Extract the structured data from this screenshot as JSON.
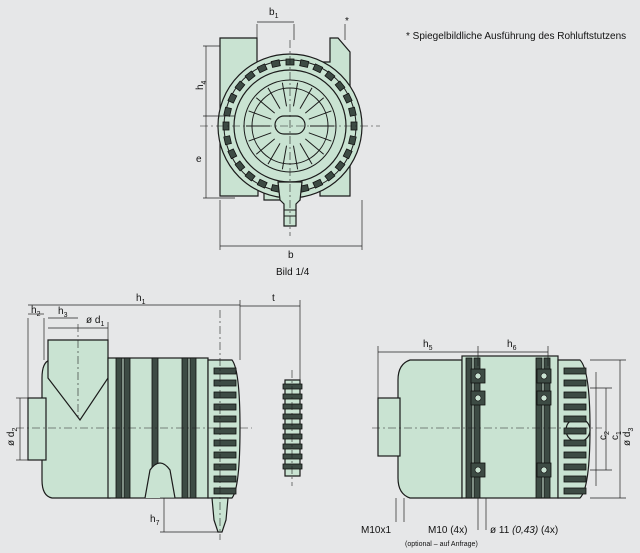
{
  "note": "* Spiegelbildliche Ausführung des Rohluftstutzens",
  "figure_caption": "Bild 1/4",
  "top_view": {
    "b1": "b",
    "b1_sub": "1",
    "star": "*",
    "h4": "h",
    "h4_sub": "4",
    "e": "e",
    "b": "b"
  },
  "side_view": {
    "h2": "h",
    "h2_sub": "2",
    "h3": "h",
    "h3_sub": "3",
    "d1": "ø d",
    "d1_sub": "1",
    "h1": "h",
    "h1_sub": "1",
    "t": "t",
    "d2": "ø d",
    "d2_sub": "2",
    "h7": "h",
    "h7_sub": "7"
  },
  "right_view": {
    "h5": "h",
    "h5_sub": "5",
    "h6": "h",
    "h6_sub": "6",
    "c2": "c",
    "c2_sub": "2",
    "c1": "c",
    "c1_sub": "1",
    "d3": "ø d",
    "d3_sub": "3",
    "m10x1": "M10x1",
    "m10": "M10 (4x)",
    "hole": "ø 11",
    "hole_alt": "(0,43)",
    "hole_count": "(4x)",
    "optional": "(optional – auf Anfrage)"
  },
  "colors": {
    "body": "#c9e3d2",
    "background": "#e6e7e8",
    "ribs": "#3d4b44"
  }
}
